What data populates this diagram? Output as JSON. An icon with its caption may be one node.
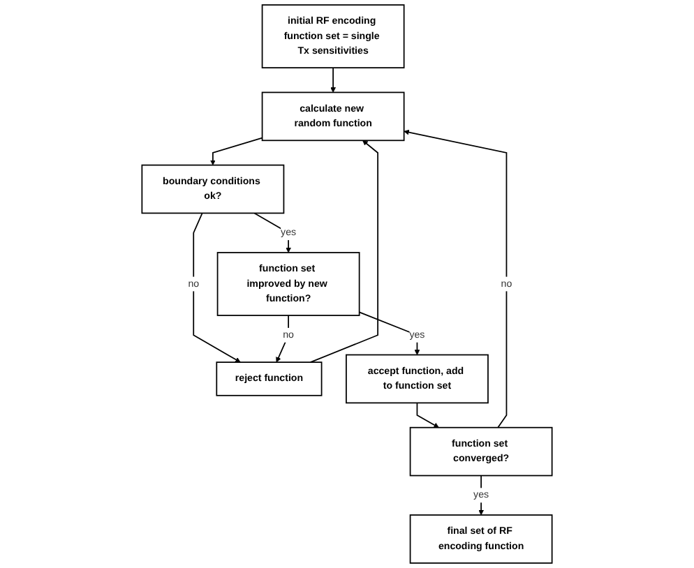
{
  "diagram": {
    "nodes": [
      {
        "text": [
          "initial RF encoding function set = single Tx sensitivities"
        ]
      },
      {
        "text": [
          "final set of RF encoding function"
        ]
      },
      {
        "text": [
          "calculate new random function"
        ]
      },
      {
        "text": [
          "function set converged?"
        ]
      },
      {
        "text": [
          "reject function"
        ]
      },
      {
        "text": [
          "accept function, add to function set"
        ]
      },
      {
        "text": [
          "boundary conditions ok?"
        ]
      },
      {
        "text": [
          "function set improved by new function?"
        ]
      }
    ],
    "edges": [
      {
        "from": 0,
        "to": 2,
        "arrow": "to"
      },
      {
        "from": 3,
        "to": 1,
        "arrow": "to",
        "label": "yes"
      },
      {
        "from": 3,
        "to": 2,
        "arrow": "to",
        "label": "no"
      },
      {
        "from": 2,
        "to": 6,
        "arrow": "to"
      },
      {
        "from": 4,
        "to": 2,
        "arrow": "to"
      },
      {
        "from": 6,
        "to": 4,
        "arrow": "to",
        "label": "no"
      },
      {
        "from": 6,
        "to": 7,
        "arrow": "to",
        "label": "yes"
      },
      {
        "from": 7,
        "to": 4,
        "arrow": "to",
        "label": "no"
      },
      {
        "from": 7,
        "to": 5,
        "arrow": "to",
        "label": "yes"
      },
      {
        "from": 5,
        "to": 3,
        "arrow": "to"
      }
    ]
  }
}
